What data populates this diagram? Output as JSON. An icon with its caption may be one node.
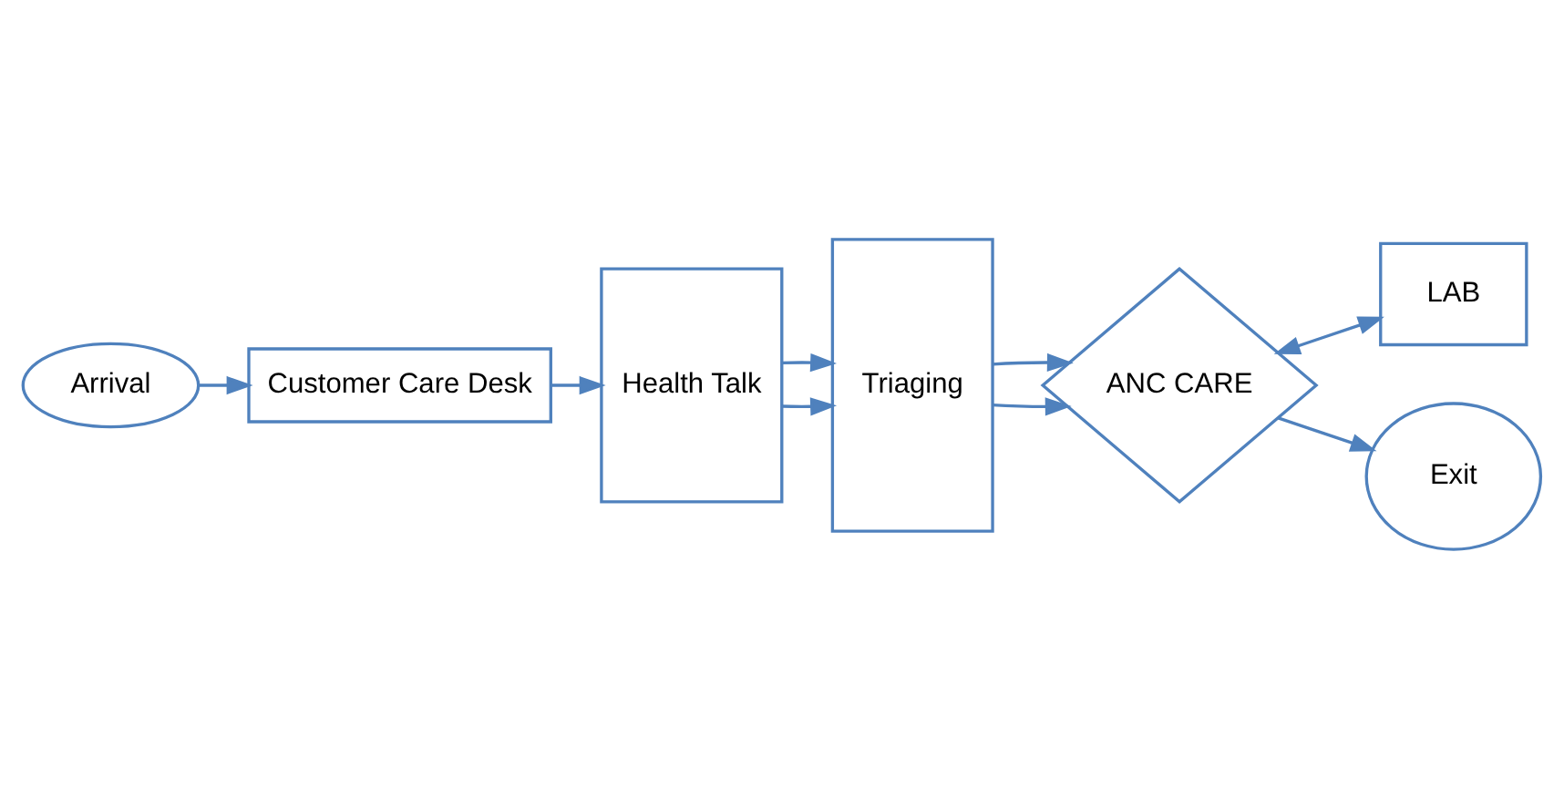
{
  "diagram": {
    "nodes": [
      {
        "text": [
          "Arrival"
        ]
      },
      {
        "text": [
          "Customer Care Desk"
        ]
      },
      {
        "text": [
          "Health Talk"
        ]
      },
      {
        "text": [
          "Triaging"
        ]
      },
      {
        "text": [
          "ANC CARE"
        ]
      },
      {
        "text": [
          "LAB"
        ]
      },
      {
        "text": [
          "Exit"
        ]
      }
    ],
    "edges": [
      {
        "from": 0,
        "to": 1,
        "arrow": "to"
      },
      {
        "from": 1,
        "to": 2,
        "arrow": "to"
      },
      {
        "from": 2,
        "to": 3,
        "arrow": "to"
      },
      {
        "from": 2,
        "to": 3,
        "arrow": "to"
      },
      {
        "from": 3,
        "to": 4,
        "arrow": "to"
      },
      {
        "from": 3,
        "to": 4,
        "arrow": "to"
      },
      {
        "from": 4,
        "to": 5,
        "arrow": "both"
      },
      {
        "from": 4,
        "to": 6,
        "arrow": "to"
      }
    ]
  }
}
